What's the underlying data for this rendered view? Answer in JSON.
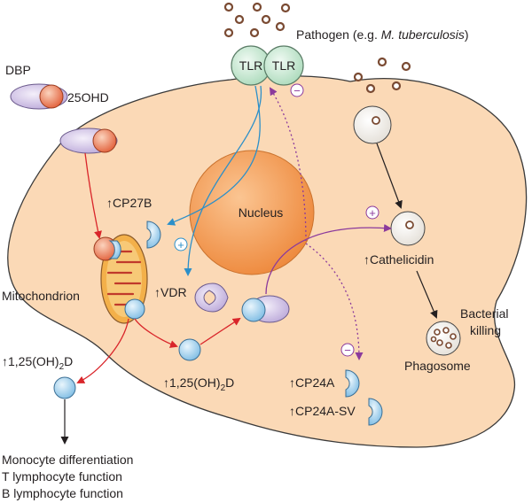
{
  "labels": {
    "pathogen_prefix": "Pathogen (e.g. ",
    "pathogen_species": "M. tuberculosis",
    "pathogen_suffix": ")",
    "dbp": "DBP",
    "ohd25": "25OHD",
    "tlr_left": "TLR",
    "tlr_right": "TLR",
    "cp27b": "CP27B",
    "nucleus": "Nucleus",
    "mitochondrion": "Mitochondrion",
    "vdr": "VDR",
    "cathelicidin": "Cathelicidin",
    "bacterial_line1": "Bacterial",
    "bacterial_line2": "killing",
    "phagosome": "Phagosome",
    "calcitriol_left_prefix": "1,25(OH)",
    "calcitriol_left_sub": "2",
    "calcitriol_left_suffix": "D",
    "calcitriol_center_prefix": "1,25(OH)",
    "calcitriol_center_sub": "2",
    "calcitriol_center_suffix": "D",
    "cp24a": "CP24A",
    "cp24a_sv": "CP24A-SV",
    "plus_sign": "+",
    "minus_sign": "−",
    "up_arrow": "↑"
  },
  "outcomes": [
    "Monocyte differentiation",
    "T lymphocyte function",
    "B lymphocyte function"
  ],
  "colors": {
    "cell_fill": "#fbd9b6",
    "cell_stroke": "#3a3a3a",
    "nucleus_fill": "#f5a25a",
    "tlr_fill": "#cfe8d6",
    "blue_arrow": "#2b8fc9",
    "red_arrow": "#d9252a",
    "purple_arrow": "#8b3a9c",
    "vitamin_blue": "#8ec7e8",
    "dbp_purple": "#c9b8e0",
    "ohd_orange": "#e8734a",
    "mito_orange": "#f3b04a"
  }
}
